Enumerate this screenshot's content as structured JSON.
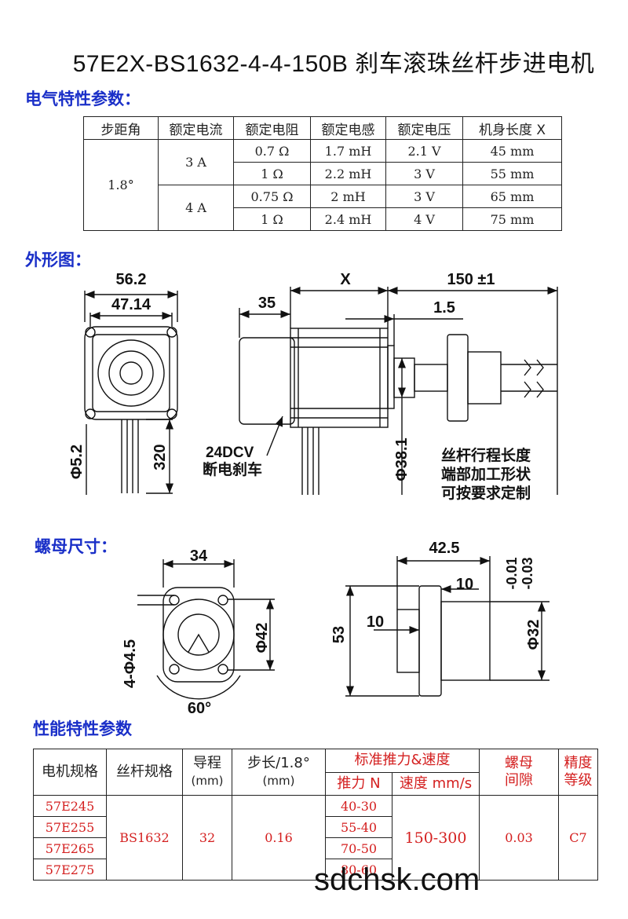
{
  "title": "57E2X-BS1632-4-4-150B 刹车滚珠丝杆步进电机",
  "sections": {
    "electrical": "电气特性参数：",
    "outline": "外形图：",
    "nut": "螺母尺寸：",
    "performance": "性能特性参数"
  },
  "electrical_table": {
    "headers": [
      "步距角",
      "额定电流",
      "额定电阻",
      "额定电感",
      "额定电压",
      "机身长度 X"
    ],
    "step_angle": "1.8°",
    "groups": [
      {
        "current": "3 A",
        "rows": [
          {
            "resistance": "0.7 Ω",
            "inductance": "1.7 mH",
            "voltage": "2.1 V",
            "length": "45 mm"
          },
          {
            "resistance": "1 Ω",
            "inductance": "2.2 mH",
            "voltage": "3 V",
            "length": "55 mm"
          }
        ]
      },
      {
        "current": "4 A",
        "rows": [
          {
            "resistance": "0.75 Ω",
            "inductance": "2 mH",
            "voltage": "3 V",
            "length": "65 mm"
          },
          {
            "resistance": "1 Ω",
            "inductance": "2.4 mH",
            "voltage": "4 V",
            "length": "75 mm"
          }
        ]
      }
    ]
  },
  "outline": {
    "dim_56": "56.2",
    "dim_47": "47.14",
    "dim_phi52": "Φ5.2",
    "dim_320": "320",
    "dim_35": "35",
    "dim_x": "X",
    "dim_150": "150 ±1",
    "dim_15": "1.5",
    "dim_phi381": "Φ38.1",
    "brake_line1": "24DCV",
    "brake_line2": "断电刹车",
    "note_line1": "丝杆行程长度",
    "note_line2": "端部加工形状",
    "note_line3": "可按要求定制"
  },
  "nut": {
    "dim_34": "34",
    "dim_holes": "4-Φ4.5",
    "dim_phi42": "Φ42",
    "dim_60": "60°",
    "dim_425": "42.5",
    "dim_10a": "10",
    "dim_10b": "10",
    "dim_53": "53",
    "dim_phi32": "Φ32",
    "tol_upper": "-0.01",
    "tol_lower": "-0.03"
  },
  "performance_table": {
    "headers": {
      "motor": "电机规格",
      "screw": "丝杆规格",
      "lead": "导程",
      "lead_unit": "(mm)",
      "step": "步长/1.8°",
      "step_unit": "(mm)",
      "force_speed": "标准推力&速度",
      "force": "推力 N",
      "speed": "速度 mm/s",
      "backlash1": "螺母",
      "backlash2": "间隙",
      "precision1": "精度",
      "precision2": "等级"
    },
    "rows": [
      {
        "motor": "57E245",
        "force": "40-30"
      },
      {
        "motor": "57E255",
        "force": "55-40"
      },
      {
        "motor": "57E265",
        "force": "70-50"
      },
      {
        "motor": "57E275",
        "force": "80-60"
      }
    ],
    "screw": "BS1632",
    "lead": "32",
    "step": "0.16",
    "speed": "150-300",
    "backlash": "0.03",
    "precision": "C7"
  },
  "watermark": "sdchsk.com"
}
